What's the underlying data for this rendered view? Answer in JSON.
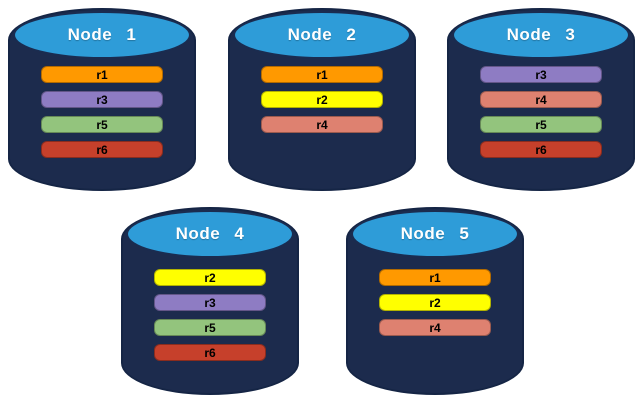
{
  "diagram": {
    "background_color": "#ffffff",
    "cylinder_body_color": "#1C2B4D",
    "cylinder_top_color": "#2E9CD8",
    "title_text_color": "#ffffff",
    "bar_text_color": "#000000",
    "replica_colors": {
      "r1": "#FF9900",
      "r2": "#FFFF00",
      "r3": "#8E7CC3",
      "r4": "#DE8170",
      "r5": "#93C47D",
      "r6": "#C6402B"
    },
    "nodes": [
      {
        "title": "Node 1",
        "replicas": [
          "r1",
          "r3",
          "r5",
          "r6"
        ]
      },
      {
        "title": "Node 2",
        "replicas": [
          "r1",
          "r2",
          "r4"
        ]
      },
      {
        "title": "Node 3",
        "replicas": [
          "r3",
          "r4",
          "r5",
          "r6"
        ]
      },
      {
        "title": "Node 4",
        "replicas": [
          "r2",
          "r3",
          "r5",
          "r6"
        ]
      },
      {
        "title": "Node 5",
        "replicas": [
          "r1",
          "r2",
          "r4"
        ]
      }
    ]
  }
}
